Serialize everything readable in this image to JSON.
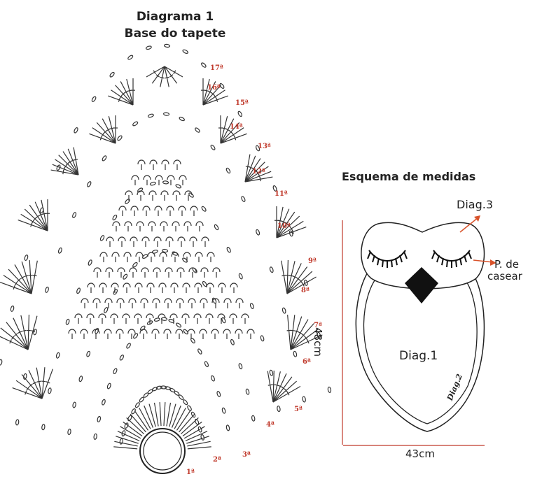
{
  "diagram1": {
    "title_line1": "Diagrama 1",
    "title_line2": "Base do tapete",
    "row_labels": [
      "17ª",
      "16ª",
      "15ª",
      "14ª",
      "13ª",
      "12ª",
      "11ª",
      "10ª",
      "9ª",
      "8ª",
      "7ª",
      "6ª",
      "5ª",
      "4ª",
      "3ª",
      "2ª",
      "1ª"
    ]
  },
  "measures": {
    "title": "Esquema de medidas",
    "diag3": "Diag.3",
    "pcasear_line1": "P. de",
    "pcasear_line2": "casear",
    "height": "48cm",
    "width": "43cm",
    "diag1": "Diag.1",
    "diag2": "Diag.2"
  },
  "colors": {
    "row_number": "#c0392b",
    "dimension_line": "#c0392b",
    "ink": "#111111",
    "arrow": "#d9532b"
  }
}
